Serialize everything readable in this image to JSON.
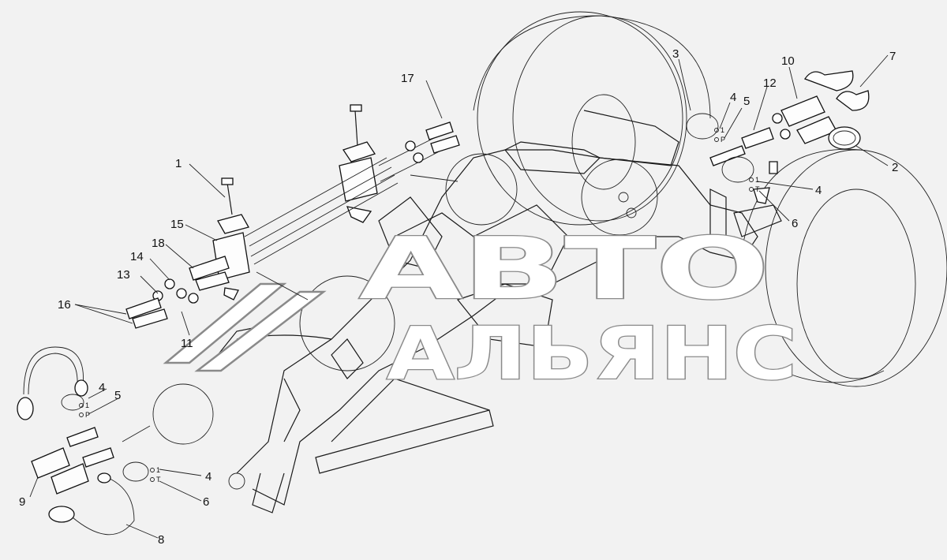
{
  "watermark": {
    "line1": "АВТО",
    "line2": "АЛЬЯНС"
  },
  "callouts": [
    {
      "id": "c1",
      "text": "1"
    },
    {
      "id": "c2",
      "text": "2"
    },
    {
      "id": "c3",
      "text": "3"
    },
    {
      "id": "c4a",
      "text": "4"
    },
    {
      "id": "c4b",
      "text": "4"
    },
    {
      "id": "c4c",
      "text": "4"
    },
    {
      "id": "c4d",
      "text": "4"
    },
    {
      "id": "c5a",
      "text": "5"
    },
    {
      "id": "c5b",
      "text": "5"
    },
    {
      "id": "c6a",
      "text": "6"
    },
    {
      "id": "c6b",
      "text": "6"
    },
    {
      "id": "c7",
      "text": "7"
    },
    {
      "id": "c8",
      "text": "8"
    },
    {
      "id": "c9",
      "text": "9"
    },
    {
      "id": "c10",
      "text": "10"
    },
    {
      "id": "c11",
      "text": "11"
    },
    {
      "id": "c12",
      "text": "12"
    },
    {
      "id": "c13",
      "text": "13"
    },
    {
      "id": "c14",
      "text": "14"
    },
    {
      "id": "c15",
      "text": "15"
    },
    {
      "id": "c16",
      "text": "16"
    },
    {
      "id": "c17",
      "text": "17"
    },
    {
      "id": "c18",
      "text": "18"
    }
  ],
  "seal_marks": {
    "p1": "1",
    "pP": "P",
    "pT": "T"
  }
}
